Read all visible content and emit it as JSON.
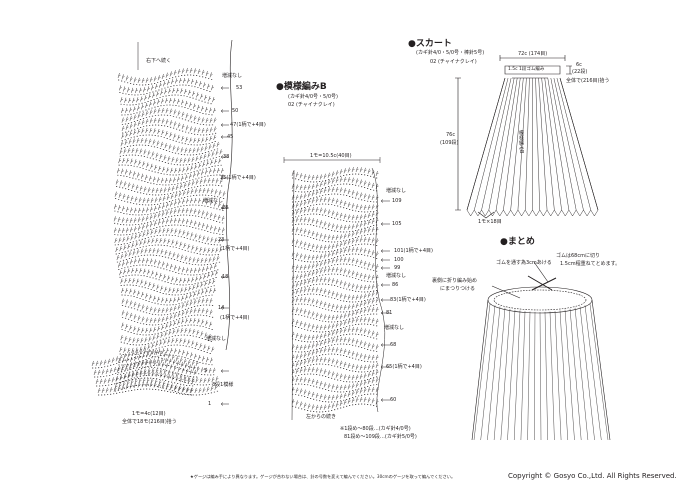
{
  "colors": {
    "ink": "#231f20",
    "bg": "#ffffff"
  },
  "chart1": {
    "top_note": "右下へ続く",
    "no_change": "増減なし",
    "rows": [
      {
        "label": "53"
      },
      {
        "label": "50"
      },
      {
        "label": "47(1柄で+4目)"
      },
      {
        "label": "45"
      },
      {
        "label": "38"
      },
      {
        "label": "35(1柄で+4目)"
      },
      {
        "label": "28"
      },
      {
        "label": "23"
      },
      {
        "label": "(1柄で+4目)"
      },
      {
        "label": "18"
      },
      {
        "label": "14"
      },
      {
        "label": "(1柄で+4目)"
      },
      {
        "label": "5"
      },
      {
        "label": "3段1模様"
      },
      {
        "label": "1"
      }
    ],
    "bottom_1": "1モ=4c(12目)",
    "bottom_2": "全体で18モ(216目)拾う"
  },
  "patternB": {
    "title": "模様編みB",
    "sub1": "(カギ針4/0号・5/0号)",
    "sub2": "02 (チャイナクレイ)",
    "repeat": "1モ=10.5c(40目)",
    "no_change": "増減なし",
    "rows": [
      {
        "label": "109"
      },
      {
        "label": "105"
      },
      {
        "label": "101(1柄で+4目)"
      },
      {
        "label": "100"
      },
      {
        "label": "99"
      },
      {
        "label": "86"
      },
      {
        "label": "83(1柄で+4目)"
      },
      {
        "label": "81"
      },
      {
        "label": "68"
      },
      {
        "label": "65(1柄で+4目)"
      },
      {
        "label": "60"
      }
    ],
    "continue": "左からの続き",
    "note1": "※1段め～80段…(カギ針4/0号)",
    "note2": "81段め～109段…(カギ針5/0号)"
  },
  "skirt": {
    "title": "スカート",
    "sub1": "(カギ針4/0・5/0号・棒針5号)",
    "sub2": "02 (チャイナクレイ)",
    "top_width": "72c (174目)",
    "band": "1.5c 1段ゴム編み",
    "band_depth_1": "6c",
    "band_depth_2": "(22段)",
    "pickup": "全体で(216目)拾う",
    "height_1": "76c",
    "height_2": "(109段)",
    "body_label": "模様編みB",
    "bottom": "1モ×18目"
  },
  "finish": {
    "title": "まとめ",
    "elastic_1": "ゴムは68cmに切り",
    "elastic_2": "1.5cm程重ねてとめます。",
    "through": "ゴムを通す為3cmあける",
    "fold_1": "裏側に折り編み始め",
    "fold_2": "にまつりつける"
  },
  "footer": {
    "gauge_note": "★ゲージは編み手により異なります。ゲージが合わない場合は、針の号数を変えて編んでください。30cmのゲージを取って編んでください。",
    "copyright": "Copyright © Gosyo Co.,Ltd. All Rights Reserved."
  }
}
